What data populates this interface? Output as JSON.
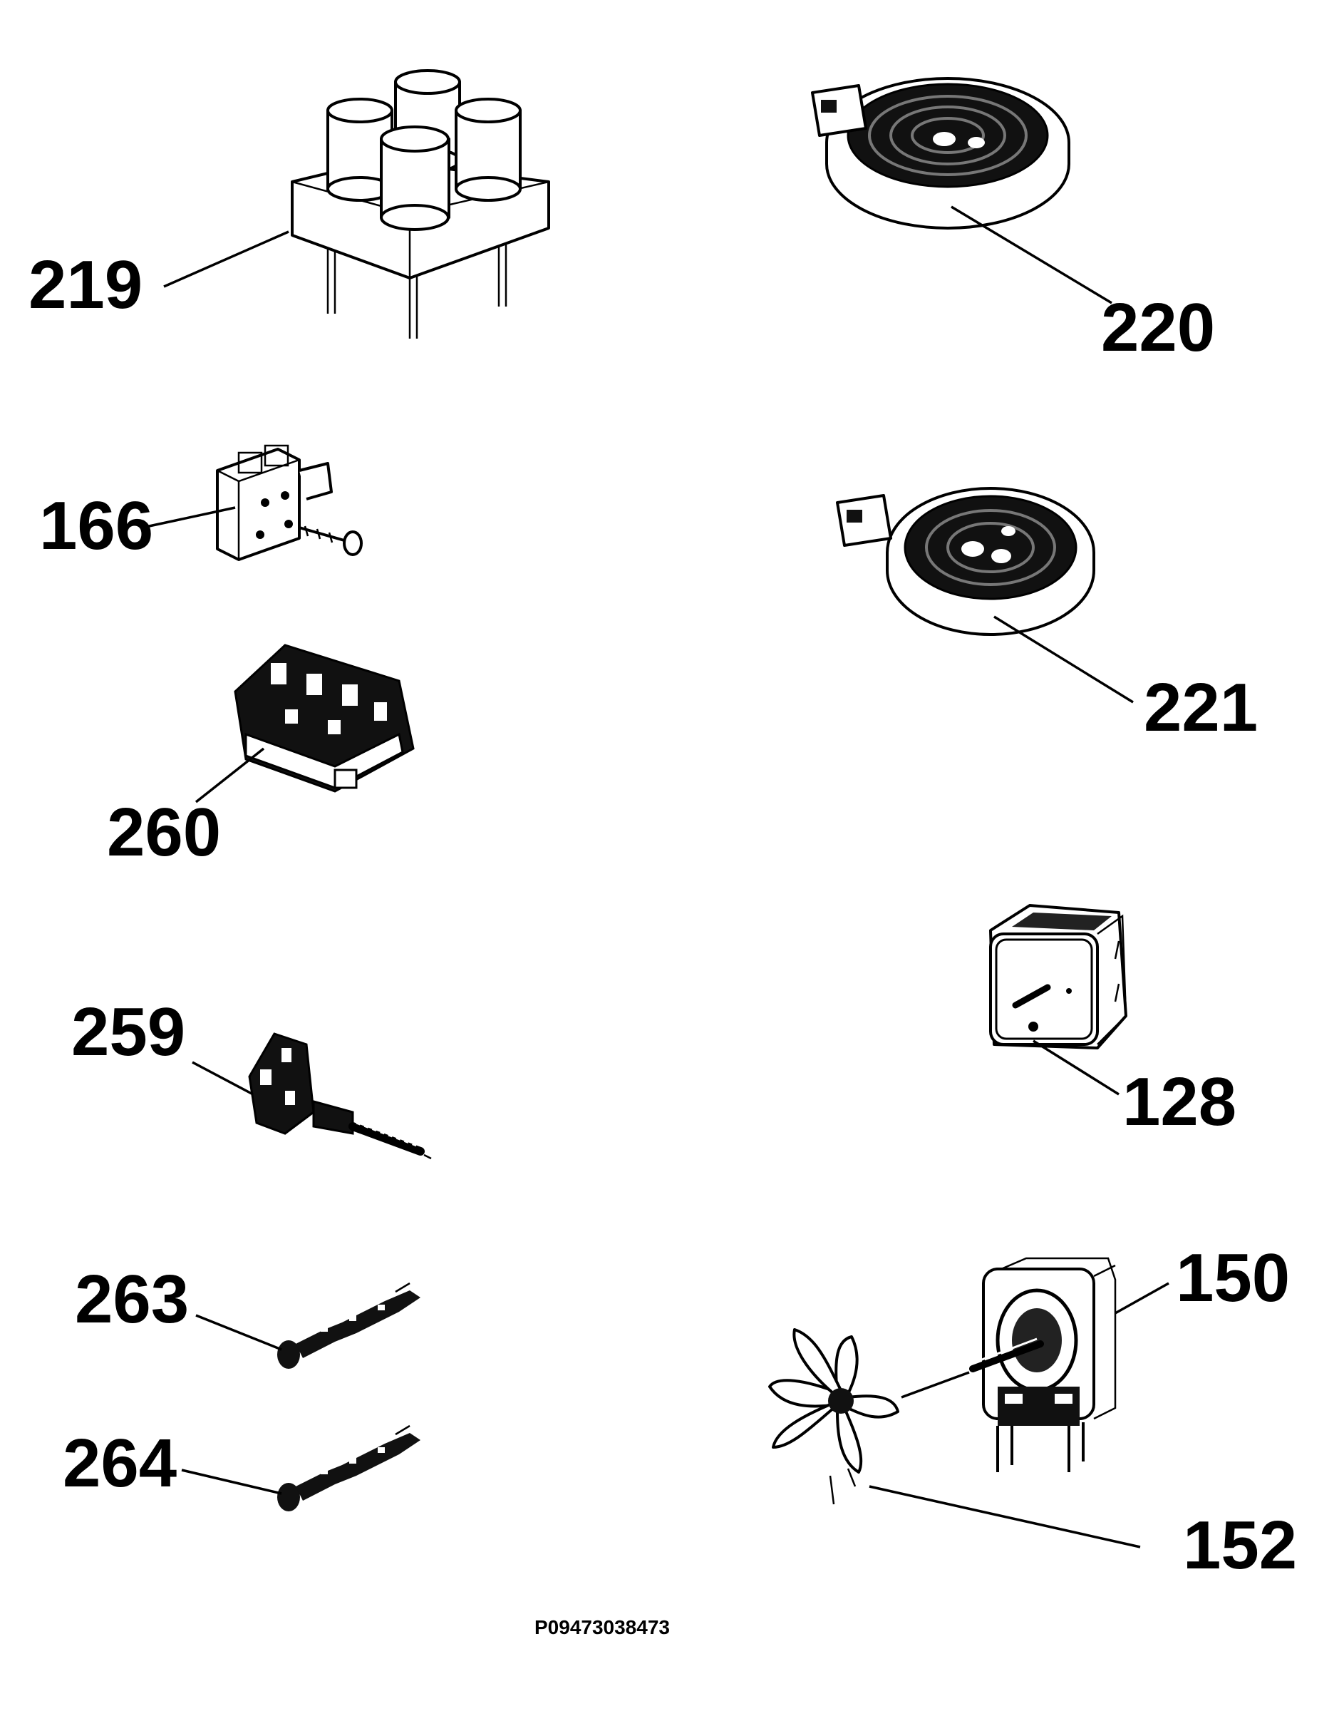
{
  "parts": [
    {
      "id": "219",
      "label": "219",
      "name": "capacitor-block"
    },
    {
      "id": "220",
      "label": "220",
      "name": "hotplate-large"
    },
    {
      "id": "166",
      "label": "166",
      "name": "terminal-block"
    },
    {
      "id": "221",
      "label": "221",
      "name": "hotplate-small"
    },
    {
      "id": "260",
      "label": "260",
      "name": "selector-switch"
    },
    {
      "id": "128",
      "label": "128",
      "name": "timer-switch"
    },
    {
      "id": "259",
      "label": "259",
      "name": "energy-regulator"
    },
    {
      "id": "150",
      "label": "150",
      "name": "fan-motor"
    },
    {
      "id": "263",
      "label": "263",
      "name": "thermostat-a"
    },
    {
      "id": "264",
      "label": "264",
      "name": "thermostat-b"
    },
    {
      "id": "152",
      "label": "152",
      "name": "fan-blade"
    }
  ],
  "doc_id": "P09473038473"
}
